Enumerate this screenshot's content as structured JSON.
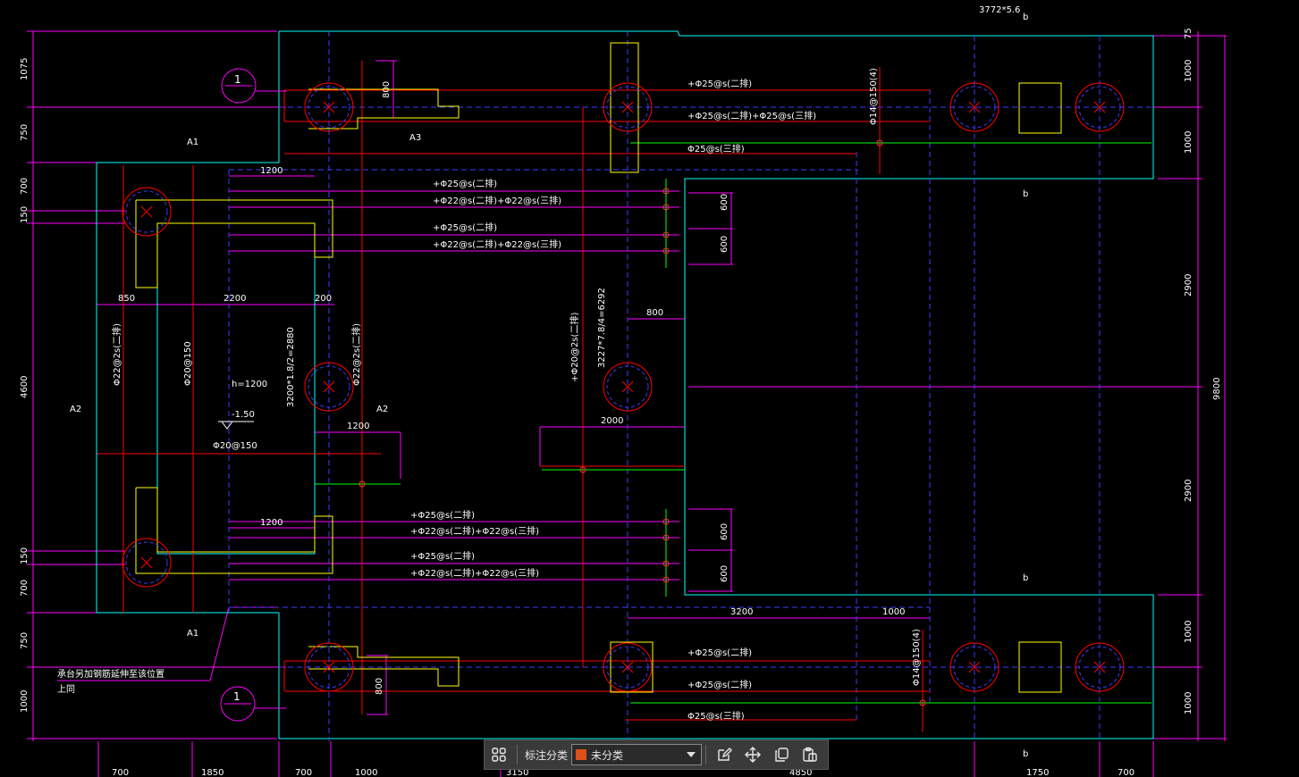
{
  "drawing": {
    "header_formula": "3772*5.6",
    "section_marks": [
      "b",
      "b",
      "b",
      "b"
    ],
    "axis_marker_label": "1",
    "zone_labels": {
      "a1": "A1",
      "a2": "A2",
      "a3": "A3"
    },
    "left_dims": [
      "1075",
      "750",
      "700",
      "150",
      "4600",
      "150",
      "700",
      "750",
      "1000"
    ],
    "right_dims": [
      "75",
      "1000",
      "1000",
      "2900",
      "2900",
      "1000",
      "1000"
    ],
    "overall_height": "9800",
    "bottom_dims": [
      "700",
      "1850",
      "700",
      "1000",
      "3150",
      "4850",
      "1750",
      "700"
    ],
    "inner_dims": {
      "d1200_top": "1200",
      "d850": "850",
      "d2200": "2200",
      "d200": "200",
      "d1200_mid": "1200",
      "d1200_low": "1200",
      "d800_top": "800",
      "d800_mid": "800",
      "d2000": "2000",
      "d600": "600",
      "d3200": "3200",
      "d1000": "1000"
    },
    "slab_thickness": "h=1200",
    "elevation": "-1.50",
    "formula_left": "3200*1.8/2=2880",
    "formula_right": "3227*7.8/4=6292",
    "rebar": {
      "top_upper_1": "+Φ25@s(二排)",
      "top_upper_2": "+Φ25@s(二排)+Φ25@s(三排)",
      "top_upper_3": "Φ25@s(三排)",
      "top_mid_1": "+Φ25@s(二排)",
      "top_mid_2": "+Φ22@s(二排)+Φ22@s(三排)",
      "top_mid_3": "+Φ25@s(二排)",
      "top_mid_4": "+Φ22@s(二排)+Φ22@s(三排)",
      "low_mid_1": "+Φ25@s(二排)",
      "low_mid_2": "+Φ22@s(二排)+Φ22@s(三排)",
      "low_mid_3": "+Φ25@s(二排)",
      "low_mid_4": "+Φ22@s(二排)+Φ22@s(三排)",
      "bot_1": "+Φ25@s(二排)",
      "bot_2": "+Φ25@s(二排)",
      "bot_3": "Φ25@s(三排)",
      "stirrup_top": "Φ14@150(4)",
      "stirrup_bot": "Φ14@150(4)",
      "vert_left_1": "Φ22@2s(二排)",
      "vert_left_2": "Φ20@150",
      "vert_mid": "Φ22@2s(二排)",
      "vert_center": "+Φ20@2s(二排)",
      "horiz_left": "Φ20@150"
    },
    "note_line_1": "承台另加钢筋延伸至该位置",
    "note_line_2": "上同"
  },
  "toolbar": {
    "grid_icon": "grid-icon",
    "label": "标注分类",
    "selected_option": "未分类",
    "selected_color": "#e0501a",
    "icons": [
      "edit-icon",
      "move-icon",
      "copy-icon",
      "paste-icon"
    ]
  },
  "colors": {
    "background": "#000000",
    "magenta": "#ff00ff",
    "cyan": "#00ffff",
    "red": "#ff0000",
    "yellow": "#ffff00",
    "blue_dash": "#3333ff",
    "green": "#00ff00",
    "white": "#ffffff"
  }
}
